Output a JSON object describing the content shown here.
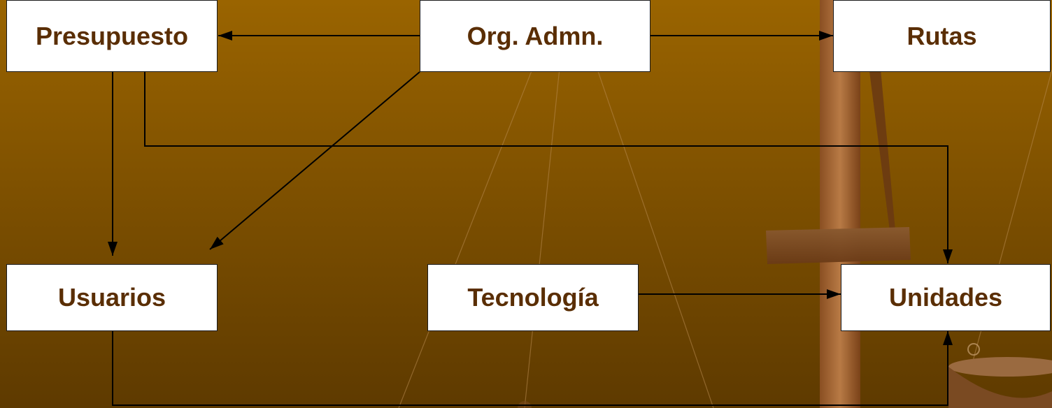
{
  "colors": {
    "background_top": "#9a6400",
    "background_bottom": "#5e3a00",
    "box_fill": "#ffffff",
    "box_border": "#1a1a1a",
    "label": "#5a2e04",
    "arrow": "#000000"
  },
  "nodes": {
    "presupuesto": "Presupuesto",
    "org_admn": "Org. Admn.",
    "rutas": "Rutas",
    "usuarios": "Usuarios",
    "tecnologia": "Tecnología",
    "unidades": "Unidades"
  },
  "edges": [
    {
      "from": "Org. Admn.",
      "to": "Presupuesto"
    },
    {
      "from": "Org. Admn.",
      "to": "Rutas"
    },
    {
      "from": "Org. Admn.",
      "to": "Usuarios"
    },
    {
      "from": "Presupuesto",
      "to": "Usuarios"
    },
    {
      "from": "Presupuesto",
      "to": "Unidades"
    },
    {
      "from": "Tecnología",
      "to": "Unidades"
    },
    {
      "from": "Usuarios",
      "to": "Unidades"
    }
  ]
}
